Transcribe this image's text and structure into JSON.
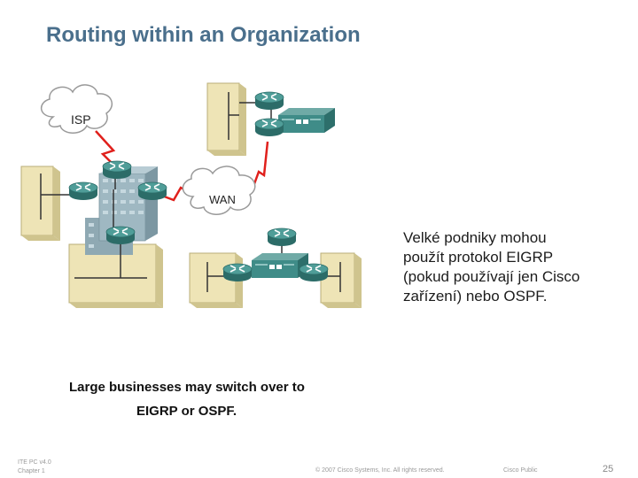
{
  "slide": {
    "title": "Routing within an Organization",
    "body_lines": [
      "Velké podniky mohou",
      "použít protokol EIGRP",
      "(pokud používají jen Cisco",
      "zařízení) nebo OSPF."
    ]
  },
  "diagram": {
    "cloud_isp": "ISP",
    "cloud_wan": "WAN",
    "caption_line1": "Large businesses may switch over to",
    "caption_line2": "EIGRP or OSPF."
  },
  "footer": {
    "course_line1": "ITE PC v4.0",
    "course_line2": "Chapter 1",
    "copyright": "© 2007 Cisco Systems, Inc. All rights reserved.",
    "classification": "Cisco Public",
    "page_number": "25"
  },
  "colors": {
    "title": "#4a6f8c",
    "building_face": "#eee4b6",
    "building_side": "#cfc48e",
    "router": "#3f8c88",
    "link": "#e0201c"
  }
}
